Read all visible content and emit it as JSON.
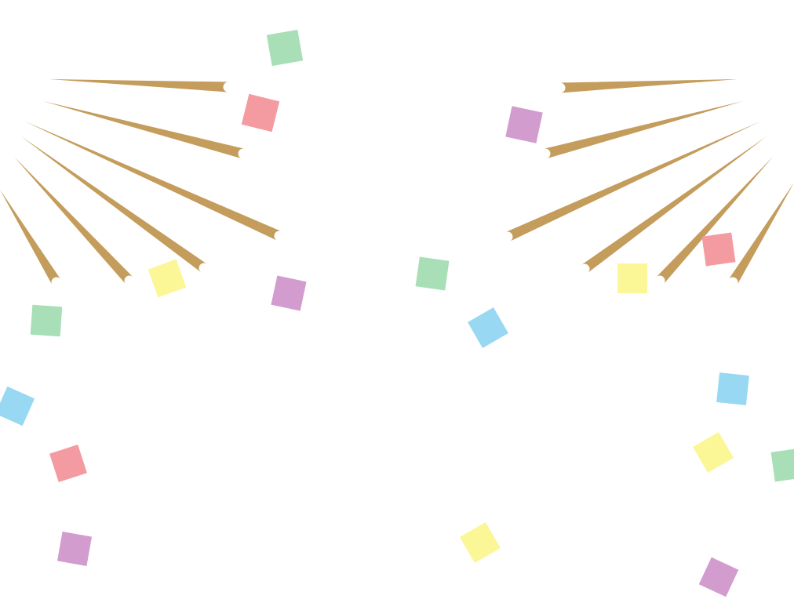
{
  "colors": {
    "background": "#ffffff",
    "burst_ray": "#c49c5c",
    "confetti_green": "#a8dfb6",
    "confetti_pink": "#f49ba1",
    "confetti_purple": "#d29ccf",
    "confetti_yellow": "#fbf696",
    "confetti_blue": "#98d8f2"
  },
  "illustration": {
    "burst_left_icon": "starburst-rays",
    "burst_right_icon": "starburst-rays",
    "confetti_icon": "square-confetti"
  }
}
